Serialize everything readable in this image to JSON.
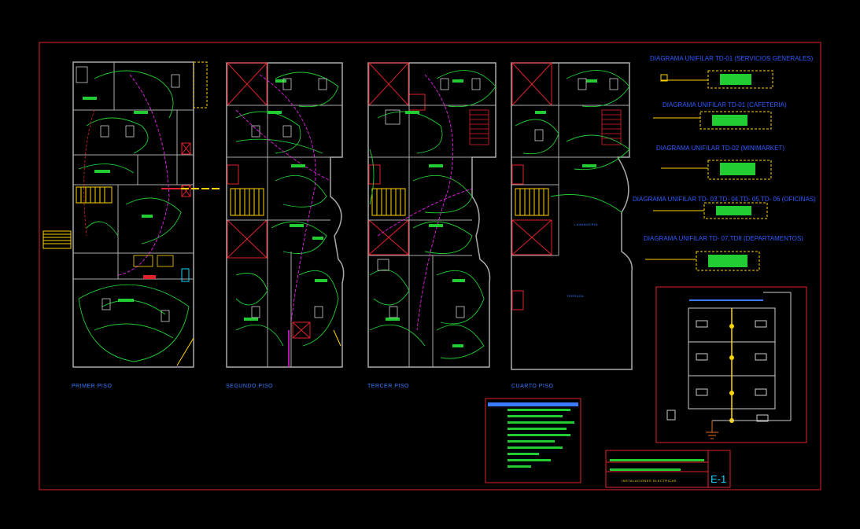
{
  "floors": [
    {
      "label": "PRIMER PISO"
    },
    {
      "label": "SEGUNDO PISO"
    },
    {
      "label": "TERCER PISO"
    },
    {
      "label": "CUARTO PISO"
    }
  ],
  "diagrams": [
    {
      "title": "DIAGRAMA UNIFILAR TD-01 (SERVICIOS GENERALES)"
    },
    {
      "title": "DIAGRAMA UNIFILAR TD-01 (CAFETERIA)"
    },
    {
      "title": "DIAGRAMA UNIFILAR TD-02 (MINIMARKET)"
    },
    {
      "title": "DIAGRAMA UNIFILAR TD- 03,TD- 04,TD- 05,TD- 06 (OFICINAS)"
    },
    {
      "title": "DIAGRAMA UNIFILAR TD- 07,TD8 (DEPARTAMENTOS)"
    }
  ],
  "room_labels": {
    "lavanderia": "LAVANDERIA",
    "terraza": "TERRAZA"
  },
  "title_block": {
    "sheet_number": "E-1",
    "subject": "INSTALACIONES ELECTRICAS"
  },
  "colors": {
    "frame": "#e0222a",
    "walls": "#b0b0b0",
    "circuits": "#22cc33",
    "feeders": "#e81fe8",
    "stairs": "#ffd400",
    "labels": "#2f5bff"
  }
}
